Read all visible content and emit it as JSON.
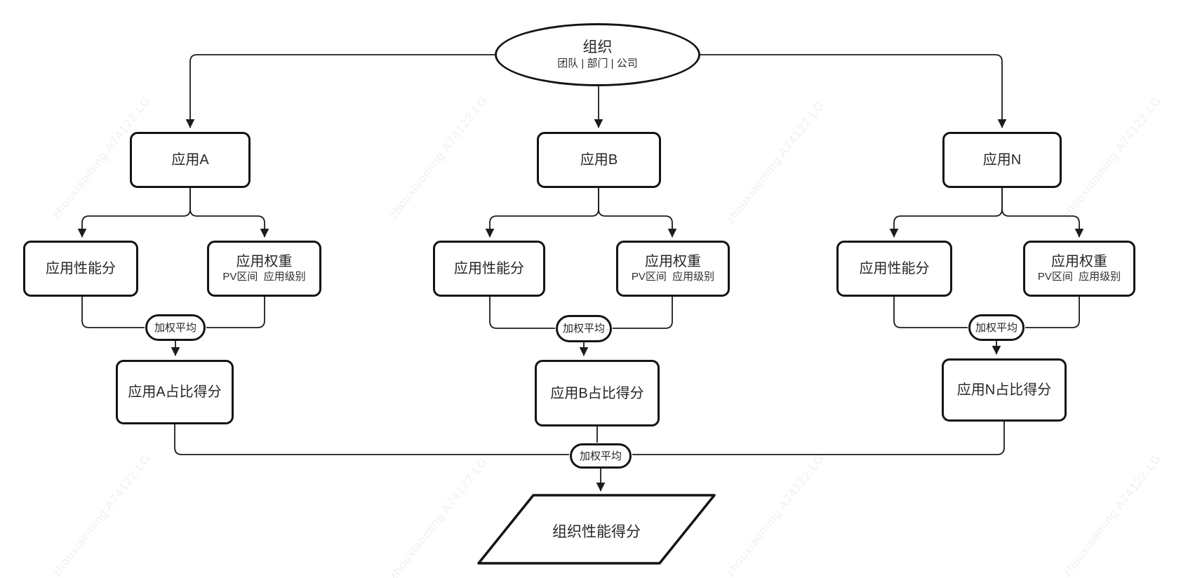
{
  "canvas": {
    "background": "#ffffff",
    "stroke_color": "#141414",
    "text_color": "#262626"
  },
  "watermark": {
    "text": "zhouxiaoming  A74122.LG"
  },
  "org": {
    "label": "组织",
    "sublabel": "团队 | 部门 | 公司"
  },
  "aggregate_label": "加权平均",
  "branches": [
    {
      "app_label": "应用A",
      "perf_label": "应用性能分",
      "weight_label": "应用权重",
      "weight_sublabel": "PV区间  应用级别",
      "score_label": "应用A占比得分"
    },
    {
      "app_label": "应用B",
      "perf_label": "应用性能分",
      "weight_label": "应用权重",
      "weight_sublabel": "PV区间  应用级别",
      "score_label": "应用B占比得分"
    },
    {
      "app_label": "应用N",
      "perf_label": "应用性能分",
      "weight_label": "应用权重",
      "weight_sublabel": "PV区间  应用级别",
      "score_label": "应用N占比得分"
    }
  ],
  "result": {
    "label": "组织性能得分"
  }
}
